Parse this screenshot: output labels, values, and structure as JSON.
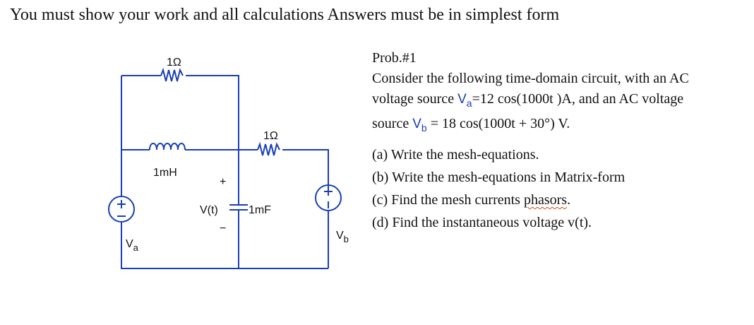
{
  "header": {
    "instruction": "You must show your work and all calculations Answers must be in simplest form"
  },
  "circuit": {
    "resistor_top_label": "1Ω",
    "resistor_mid_label": "1Ω",
    "inductor_label": "1mH",
    "capacitor_label": "1mF",
    "voltage_label": "V(t)",
    "plus_sign": "+",
    "minus_sign": "−",
    "source_a_label": "V",
    "source_a_sub": "a",
    "source_b_label": "V",
    "source_b_sub": "b"
  },
  "problem": {
    "title": "Prob.#1",
    "line1": "Consider the following time-domain circuit, with an AC",
    "line2_pre": "voltage  source ",
    "line2_sym": "V",
    "line2_sub": "a",
    "line2_post": "=12 cos(1000t )A, and an AC  voltage",
    "line3_pre": "source ",
    "line3_sym": "V",
    "line3_sub": "b",
    "line3_post": " = 18 cos(1000t + 30°) V.",
    "part_a": "(a) Write the mesh-equations.",
    "part_b": "(b) Write the mesh-equations in Matrix-form",
    "part_c_pre": "(c) Find the mesh currents ",
    "part_c_word": "phasors",
    "part_c_post": ".",
    "part_d": "(d) Find the instantaneous voltage v(t)."
  },
  "colors": {
    "wire": "#1a3fb5",
    "text": "#111111",
    "symbol_blue": "#1a3fb5"
  }
}
